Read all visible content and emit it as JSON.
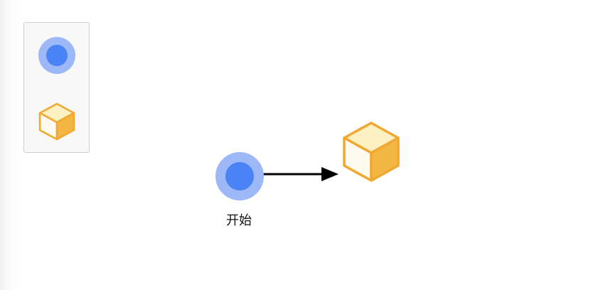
{
  "colors": {
    "start_outer": "#9db8f7",
    "start_inner": "#4a83f5",
    "cube_top": "#fdf0c2",
    "cube_left": "#fffaf0",
    "cube_right": "#f2b643",
    "cube_stroke": "#f0a830",
    "edge": "#000000"
  },
  "palette": {
    "items": [
      {
        "icon": "start-event-icon"
      },
      {
        "icon": "task-cube-icon"
      }
    ]
  },
  "diagram": {
    "nodes": [
      {
        "id": "start",
        "type": "start-event",
        "label": "开始"
      },
      {
        "id": "task",
        "type": "task",
        "label": ""
      }
    ],
    "edges": [
      {
        "from": "start",
        "to": "task"
      }
    ]
  }
}
